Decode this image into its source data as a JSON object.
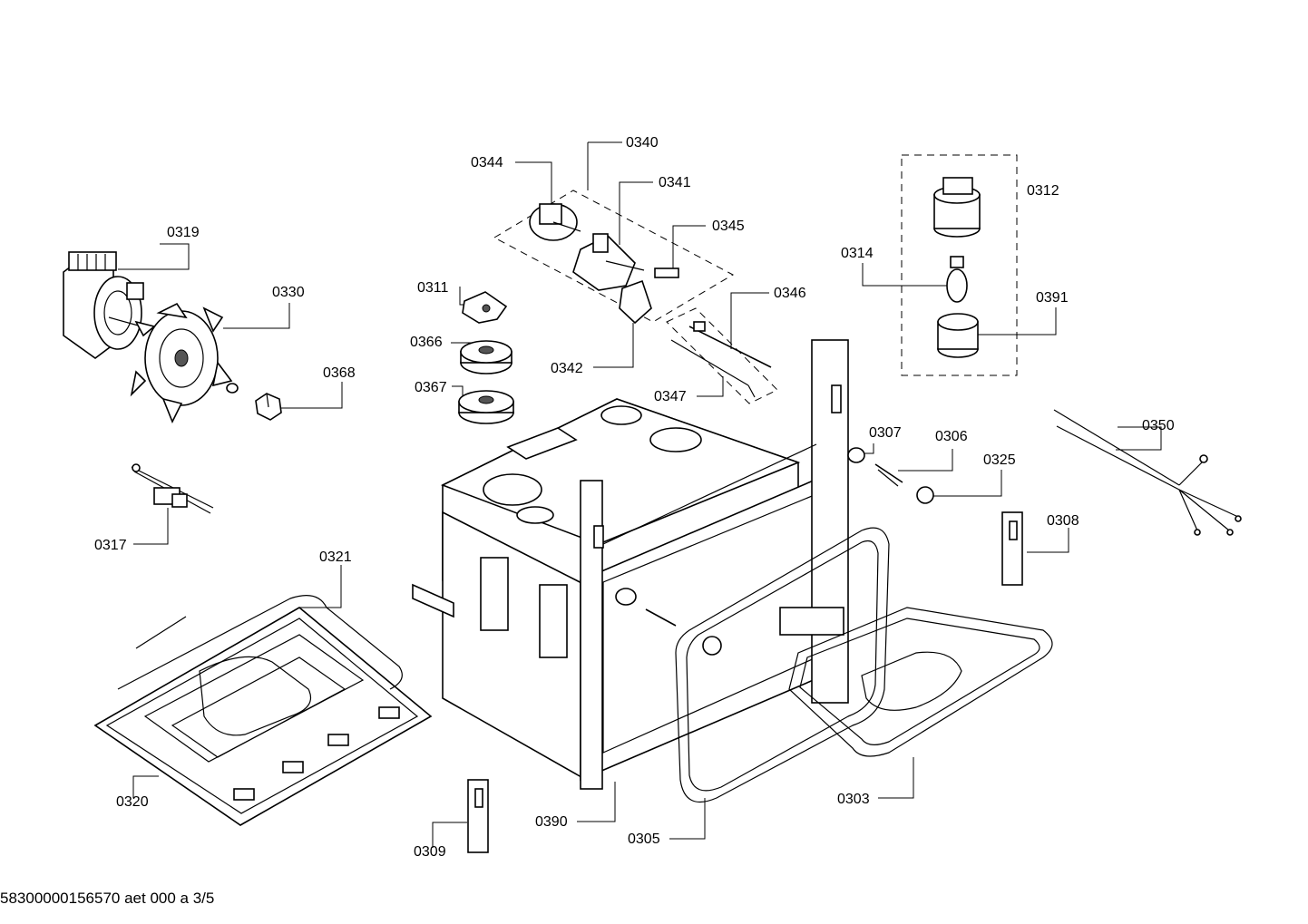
{
  "labels": {
    "p0340": "0340",
    "p0344": "0344",
    "p0341": "0341",
    "p0345": "0345",
    "p0346": "0346",
    "p0311": "0311",
    "p0366": "0366",
    "p0367": "0367",
    "p0342": "0342",
    "p0347": "0347",
    "p0319": "0319",
    "p0330": "0330",
    "p0368": "0368",
    "p0317": "0317",
    "p0321": "0321",
    "p0320": "0320",
    "p0309": "0309",
    "p0390": "0390",
    "p0305": "0305",
    "p0303": "0303",
    "p0307": "0307",
    "p0306": "0306",
    "p0325": "0325",
    "p0308": "0308",
    "p0312": "0312",
    "p0314": "0314",
    "p0391": "0391",
    "p0350": "0350"
  },
  "footer": "58300000156570 aet 000 a 3/5"
}
